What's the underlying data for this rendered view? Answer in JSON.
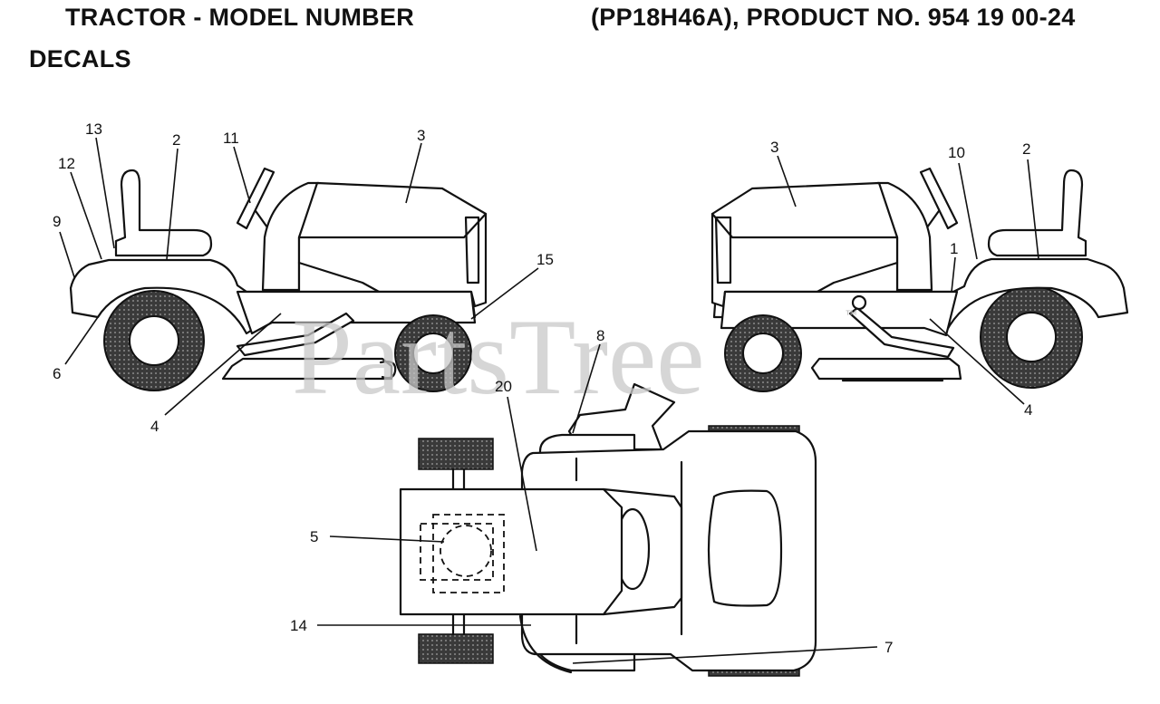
{
  "header": {
    "title_left": "TRACTOR - MODEL NUMBER",
    "title_right": "(PP18H46A), PRODUCT NO. 954 19 00-24",
    "section": "DECALS"
  },
  "watermark": {
    "text": "PartsTree",
    "symbol": "™"
  },
  "callouts": {
    "left_view": {
      "c13": "13",
      "c2": "2",
      "c11": "11",
      "c3": "3",
      "c12": "12",
      "c9": "9",
      "c15": "15",
      "c6": "6",
      "c4": "4"
    },
    "right_view": {
      "c3": "3",
      "c10": "10",
      "c2": "2",
      "c1": "1",
      "c4": "4"
    },
    "top_view": {
      "c8": "8",
      "c20": "20",
      "c5": "5",
      "c14": "14",
      "c7": "7"
    }
  },
  "colors": {
    "line": "#111111",
    "tire": "#333333",
    "watermark": "#c9c9c9"
  }
}
